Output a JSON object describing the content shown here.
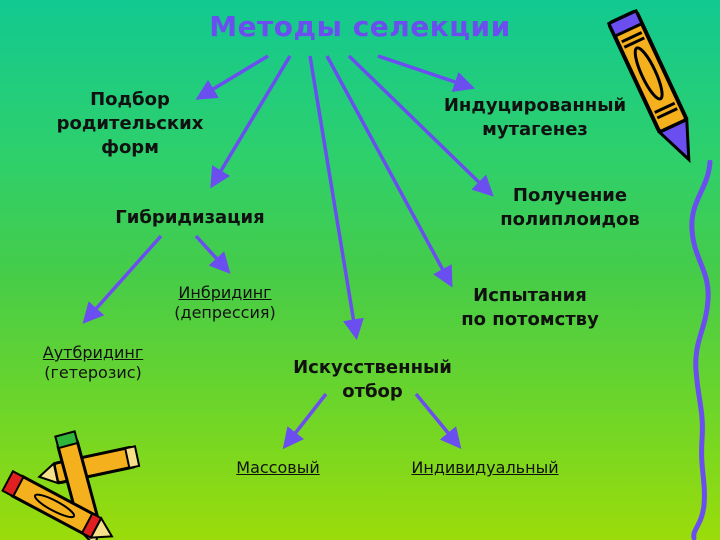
{
  "title": "Методы селекции",
  "colors": {
    "title": "#6b4ef0",
    "arrow": "#6b4ef0",
    "background_top": "#12c991",
    "background_bottom": "#9bdc0a",
    "text": "#111111"
  },
  "nodes": {
    "parent_selection": {
      "line1": "Подбор",
      "line2": "родительских",
      "line3": "форм"
    },
    "induced_mutagenesis": {
      "line1": "Индуцированный",
      "line2": "мутагенез"
    },
    "hybridization": {
      "label": "Гибридизация"
    },
    "polyploids": {
      "line1": "Получение",
      "line2": "полиплоидов"
    },
    "inbreeding": {
      "label": "Инбридинг",
      "note": "(депрессия)"
    },
    "outbreeding": {
      "label": "Аутбридинг",
      "note": "(гетерозис)"
    },
    "progeny_testing": {
      "line1": "Испытания",
      "line2": "по потомству"
    },
    "artificial_selection": {
      "line1": "Искусственный",
      "line2": "отбор"
    },
    "mass": {
      "label": "Массовый"
    },
    "individual": {
      "label": "Индивидуальный"
    }
  },
  "decorations": [
    "pencil-icon-top-right",
    "crossed-pencils-icon-bottom-left",
    "squiggle-line-right"
  ]
}
